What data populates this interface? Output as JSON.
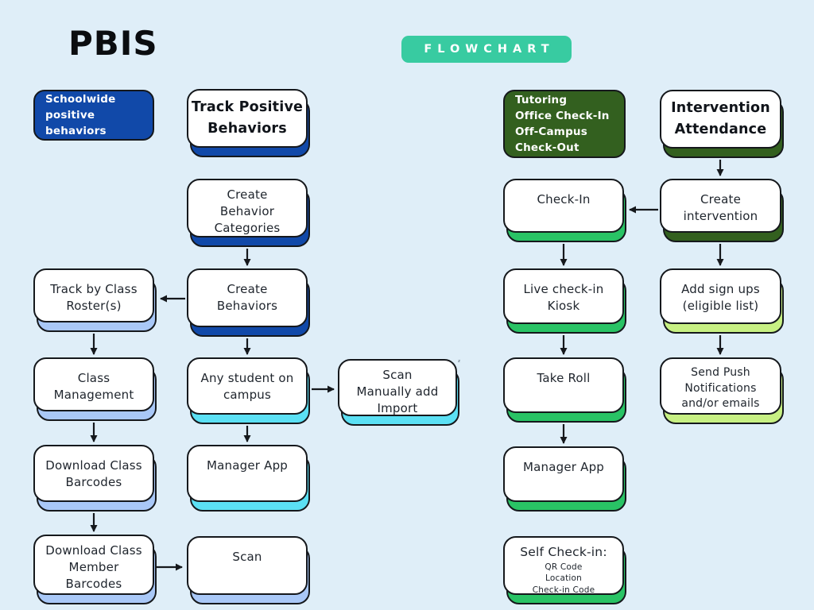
{
  "page": {
    "title": "PBIS",
    "badge": "FLOWCHART",
    "stray_mark": "ᶻ"
  },
  "colors": {
    "background": "#dfeef8",
    "outline": "#15181c",
    "dark_blue": "#1149a9",
    "light_blue": "#a9c8f7",
    "cyan": "#5be0f4",
    "green": "#29c365",
    "dark_green": "#33601f",
    "light_green": "#c7f083",
    "teal_badge": "#38cba1"
  },
  "nodes": {
    "schoolwide": {
      "lines": [
        "Schoolwide",
        "positive",
        "behaviors"
      ]
    },
    "track_positive": {
      "lines": [
        "Track Positive",
        "Behaviors"
      ]
    },
    "create_behavior_categories": {
      "lines": [
        "Create",
        "Behavior",
        "Categories"
      ]
    },
    "create_behaviors": {
      "lines": [
        "Create",
        "Behaviors"
      ]
    },
    "track_by_class": {
      "lines": [
        "Track by Class",
        "Roster(s)"
      ]
    },
    "class_management": {
      "lines": [
        "Class",
        "Management"
      ]
    },
    "download_class_barcodes": {
      "lines": [
        "Download Class",
        "Barcodes"
      ]
    },
    "download_class_member": {
      "lines": [
        "Download Class",
        "Member",
        "Barcodes"
      ]
    },
    "any_student": {
      "lines": [
        "Any student on",
        "campus"
      ]
    },
    "manager_app_left": {
      "lines": [
        "Manager App"
      ]
    },
    "scan_left": {
      "lines": [
        "Scan"
      ]
    },
    "scan_import": {
      "lines": [
        "Scan",
        "Manually add",
        "Import"
      ]
    },
    "tutoring": {
      "lines": [
        "Tutoring",
        "Office Check-In",
        "Off-Campus",
        "Check-Out"
      ]
    },
    "check_in": {
      "lines": [
        "Check-In"
      ]
    },
    "live_kiosk": {
      "lines": [
        "Live check-in",
        "Kiosk"
      ]
    },
    "take_roll": {
      "lines": [
        "Take Roll"
      ]
    },
    "manager_app_right": {
      "lines": [
        "Manager App"
      ]
    },
    "self_check_in": {
      "title": "Self Check-in:",
      "items": [
        "QR Code",
        "Location",
        "Check-in Code"
      ]
    },
    "intervention": {
      "lines": [
        "Intervention",
        "Attendance"
      ]
    },
    "create_intervention": {
      "lines": [
        "Create",
        "intervention"
      ]
    },
    "add_sign_ups": {
      "lines": [
        "Add sign ups",
        "(eligible list)"
      ]
    },
    "send_push": {
      "lines": [
        "Send Push",
        "Notifications",
        "and/or emails"
      ]
    }
  },
  "edges": [
    {
      "from": "create-behavior-categories",
      "to": "create-behaviors"
    },
    {
      "from": "create-behaviors",
      "to": "track-by-class-rosters"
    },
    {
      "from": "create-behaviors",
      "to": "any-student-on-campus"
    },
    {
      "from": "any-student-on-campus",
      "to": "scan-manually-add-import"
    },
    {
      "from": "any-student-on-campus",
      "to": "manager-app-behaviors"
    },
    {
      "from": "track-by-class-rosters",
      "to": "class-management"
    },
    {
      "from": "class-management",
      "to": "download-class-barcodes"
    },
    {
      "from": "download-class-barcodes",
      "to": "download-class-member-barcodes"
    },
    {
      "from": "download-class-member-barcodes",
      "to": "scan"
    },
    {
      "from": "check-in",
      "to": "live-check-in-kiosk"
    },
    {
      "from": "live-check-in-kiosk",
      "to": "take-roll"
    },
    {
      "from": "take-roll",
      "to": "manager-app-checkin"
    },
    {
      "from": "intervention-attendance",
      "to": "create-intervention"
    },
    {
      "from": "create-intervention",
      "to": "check-in"
    },
    {
      "from": "create-intervention",
      "to": "add-sign-ups"
    },
    {
      "from": "add-sign-ups",
      "to": "send-push-notifications"
    }
  ]
}
